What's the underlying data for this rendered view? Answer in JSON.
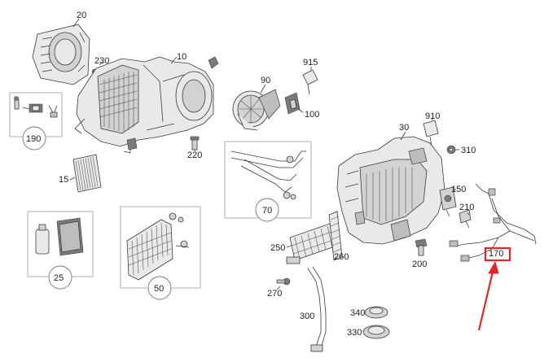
{
  "parts": {
    "p20": "20",
    "p230": "230",
    "p10": "10",
    "p915": "915",
    "p90": "90",
    "p100": "100",
    "p190": "190",
    "p220": "220",
    "p910": "910",
    "p30": "30",
    "p310": "310",
    "p15": "15",
    "p70": "70",
    "p150": "150",
    "p210": "210",
    "p25": "25",
    "p50": "50",
    "p250": "250",
    "p260": "260",
    "p200": "200",
    "p170": "170",
    "p270": "270",
    "p300": "300",
    "p340": "340",
    "p330": "330"
  },
  "highlight": {
    "part": "170",
    "color": "#e3262b"
  }
}
